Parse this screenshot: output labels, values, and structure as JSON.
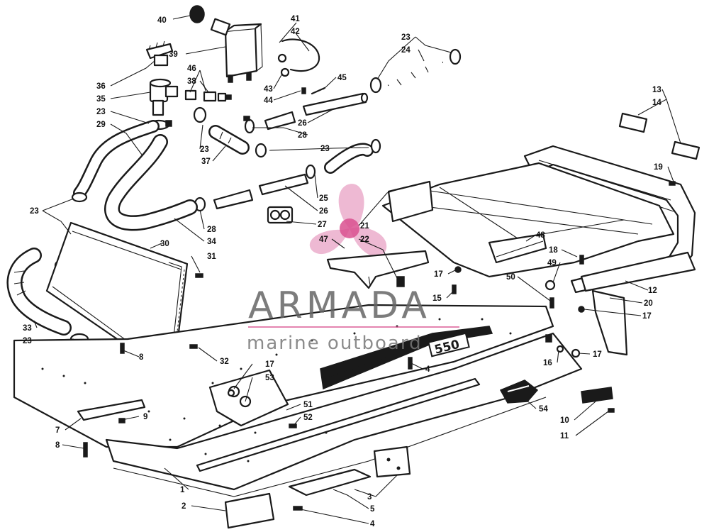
{
  "watermark": {
    "brand": "ARMADA",
    "tagline": "marine outboard",
    "logo_color": "#e8a2c4",
    "hub_color": "#d9508f",
    "logo_icon": "propeller-icon"
  },
  "decal_text": "550",
  "callouts": [
    {
      "id": "c40",
      "label": "40"
    },
    {
      "id": "c41",
      "label": "41"
    },
    {
      "id": "c42",
      "label": "42"
    },
    {
      "id": "c39",
      "label": "39"
    },
    {
      "id": "c36",
      "label": "36"
    },
    {
      "id": "c46",
      "label": "46"
    },
    {
      "id": "c38",
      "label": "38"
    },
    {
      "id": "c35",
      "label": "35"
    },
    {
      "id": "c23a",
      "label": "23"
    },
    {
      "id": "c29",
      "label": "29"
    },
    {
      "id": "c43",
      "label": "43"
    },
    {
      "id": "c44",
      "label": "44"
    },
    {
      "id": "c45",
      "label": "45"
    },
    {
      "id": "c23b",
      "label": "23"
    },
    {
      "id": "c24",
      "label": "24"
    },
    {
      "id": "c26a",
      "label": "26"
    },
    {
      "id": "c28a",
      "label": "28"
    },
    {
      "id": "c23c",
      "label": "23"
    },
    {
      "id": "c37",
      "label": "37"
    },
    {
      "id": "c23d",
      "label": "23"
    },
    {
      "id": "c25",
      "label": "25"
    },
    {
      "id": "c26b",
      "label": "26"
    },
    {
      "id": "c27",
      "label": "27"
    },
    {
      "id": "c28b",
      "label": "28"
    },
    {
      "id": "c34",
      "label": "34"
    },
    {
      "id": "c23e",
      "label": "23"
    },
    {
      "id": "c30",
      "label": "30"
    },
    {
      "id": "c31",
      "label": "31"
    },
    {
      "id": "c21",
      "label": "21"
    },
    {
      "id": "c47",
      "label": "47"
    },
    {
      "id": "c22",
      "label": "22"
    },
    {
      "id": "c13",
      "label": "13"
    },
    {
      "id": "c14",
      "label": "14"
    },
    {
      "id": "c19",
      "label": "19"
    },
    {
      "id": "c48",
      "label": "48"
    },
    {
      "id": "c18",
      "label": "18"
    },
    {
      "id": "c49",
      "label": "49"
    },
    {
      "id": "c17a",
      "label": "17"
    },
    {
      "id": "c50",
      "label": "50"
    },
    {
      "id": "c15",
      "label": "15"
    },
    {
      "id": "c12",
      "label": "12"
    },
    {
      "id": "c20",
      "label": "20"
    },
    {
      "id": "c17b",
      "label": "17"
    },
    {
      "id": "c33",
      "label": "33"
    },
    {
      "id": "c23f",
      "label": "23"
    },
    {
      "id": "c8a",
      "label": "8"
    },
    {
      "id": "c32",
      "label": "32"
    },
    {
      "id": "c17c",
      "label": "17"
    },
    {
      "id": "c16",
      "label": "16"
    },
    {
      "id": "c17d",
      "label": "17"
    },
    {
      "id": "c53",
      "label": "53"
    },
    {
      "id": "c4a",
      "label": "4"
    },
    {
      "id": "c51",
      "label": "51"
    },
    {
      "id": "c52",
      "label": "52"
    },
    {
      "id": "c9",
      "label": "9"
    },
    {
      "id": "c7",
      "label": "7"
    },
    {
      "id": "c8b",
      "label": "8"
    },
    {
      "id": "c54",
      "label": "54"
    },
    {
      "id": "c10",
      "label": "10"
    },
    {
      "id": "c11",
      "label": "11"
    },
    {
      "id": "c1",
      "label": "1"
    },
    {
      "id": "c3",
      "label": "3"
    },
    {
      "id": "c2",
      "label": "2"
    },
    {
      "id": "c5",
      "label": "5"
    },
    {
      "id": "c4b",
      "label": "4"
    }
  ]
}
